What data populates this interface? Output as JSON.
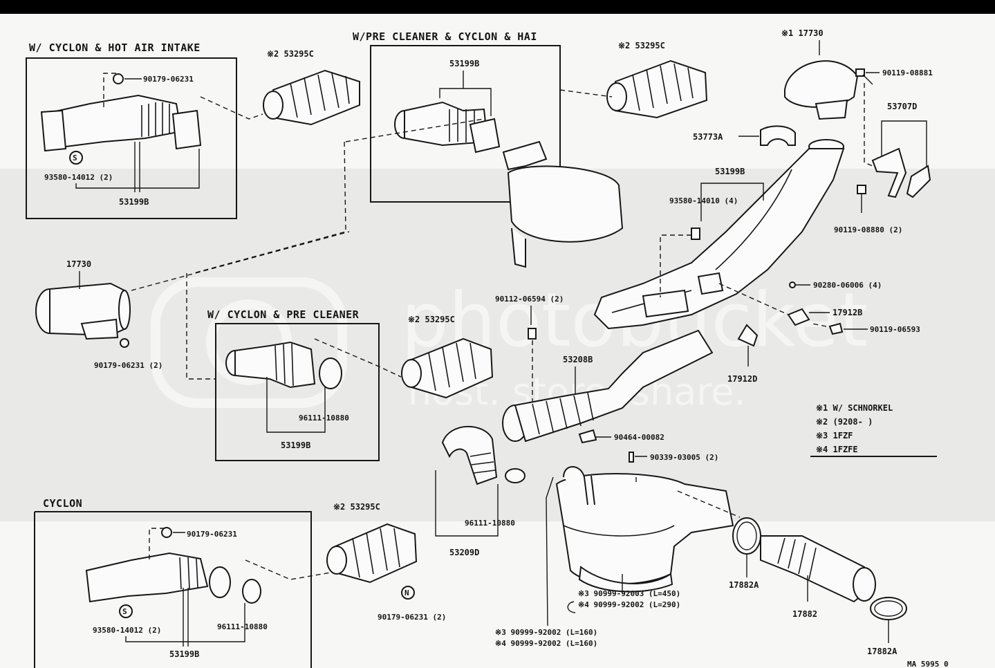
{
  "diagram": {
    "sections": {
      "hot_air": "W/ CYCLON & HOT AIR INTAKE",
      "pre_cleaner_hai": "W/PRE CLEANER & CYCLON & HAI",
      "cyclon_pre": "W/ CYCLON & PRE CLEANER",
      "cyclon": "CYCLON"
    },
    "parts": {
      "p53295c_a": "※2 53295C",
      "p53295c_b": "※2 53295C",
      "p53295c_c": "※2 53295C",
      "p53295c_d": "※2 53295C",
      "p17730_snorkel": "※1 17730",
      "p17730": "17730",
      "p90119_08881": "90119-08881",
      "p53707d": "53707D",
      "p53773a": "53773A",
      "p53199b_hai": "53199B",
      "p53199b_hot": "53199B",
      "p53199b_snork": "53199B",
      "p53199b_pre": "53199B",
      "p53199b_cyc": "53199B",
      "p93580_14010": "93580-14010 (4)",
      "p90119_08880": "90119-08880 (2)",
      "p90179_06231_hot": "90179-06231",
      "p93580_14012_hot": "93580-14012 (2)",
      "p90179_06231_2": "90179-06231 (2)",
      "p90112_06594": "90112-06594 (2)",
      "p90280_06006": "90280-06006 (4)",
      "p17912b": "17912B",
      "p90119_06593": "90119-06593",
      "p17912d": "17912D",
      "p53208b": "53208B",
      "p96111_10880_pre": "96111-10880",
      "p96111_10880_mid": "96111-10880",
      "p96111_10880_cyc": "96111-10880",
      "p53209d": "53209D",
      "p90464_00082": "90464-00082",
      "p90339_03005": "90339-03005 (2)",
      "p90179_06231_cyc": "90179-06231",
      "p93580_14012_cyc": "93580-14012 (2)",
      "p90179_06231_n": "90179-06231 (2)",
      "p17882a_top": "17882A",
      "p17882a_bot": "17882A",
      "p17882": "17882",
      "hose_a1": "※3 90999-92003 (L=450)",
      "hose_a2": "※4 90999-92002 (L=290)",
      "hose_b1": "※3 90999-92002 (L=160)",
      "hose_b2": "※4 90999-92002 (L=160)",
      "ref_code": "MA 5995 0"
    },
    "legend": {
      "l1": "※1 W/ SCHNORKEL",
      "l2": "※2 (9208-       )",
      "l3": "※3 1FZF",
      "l4": "※4 1FZFE"
    },
    "symbols": {
      "s": "S",
      "n": "N"
    },
    "watermark": {
      "line1": "photobucket",
      "line2": "host. store. share."
    }
  }
}
